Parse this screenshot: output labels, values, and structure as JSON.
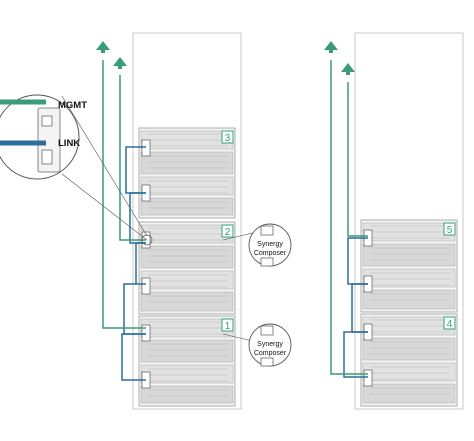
{
  "colors": {
    "management": "#3a9c78",
    "link": "#2b6e9c",
    "frame_number": "#2fa37a",
    "rack_outline": "#c8c8c8",
    "equipment": "#9a9a9a"
  },
  "callout": {
    "mgmt_label": "MGMT",
    "link_label": "LINK"
  },
  "composer_badges": [
    {
      "line1": "Synergy",
      "line2": "Composer"
    },
    {
      "line1": "Synergy",
      "line2": "Composer"
    }
  ],
  "rack_left": {
    "frames": [
      {
        "number": "3"
      },
      {
        "number": "2"
      },
      {
        "number": "1"
      }
    ]
  },
  "rack_right": {
    "frames": [
      {
        "number": "5"
      },
      {
        "number": "4"
      }
    ]
  },
  "icons": [
    "arrow-up-icon",
    "magnifier-callout-icon",
    "composer-module-icon"
  ]
}
